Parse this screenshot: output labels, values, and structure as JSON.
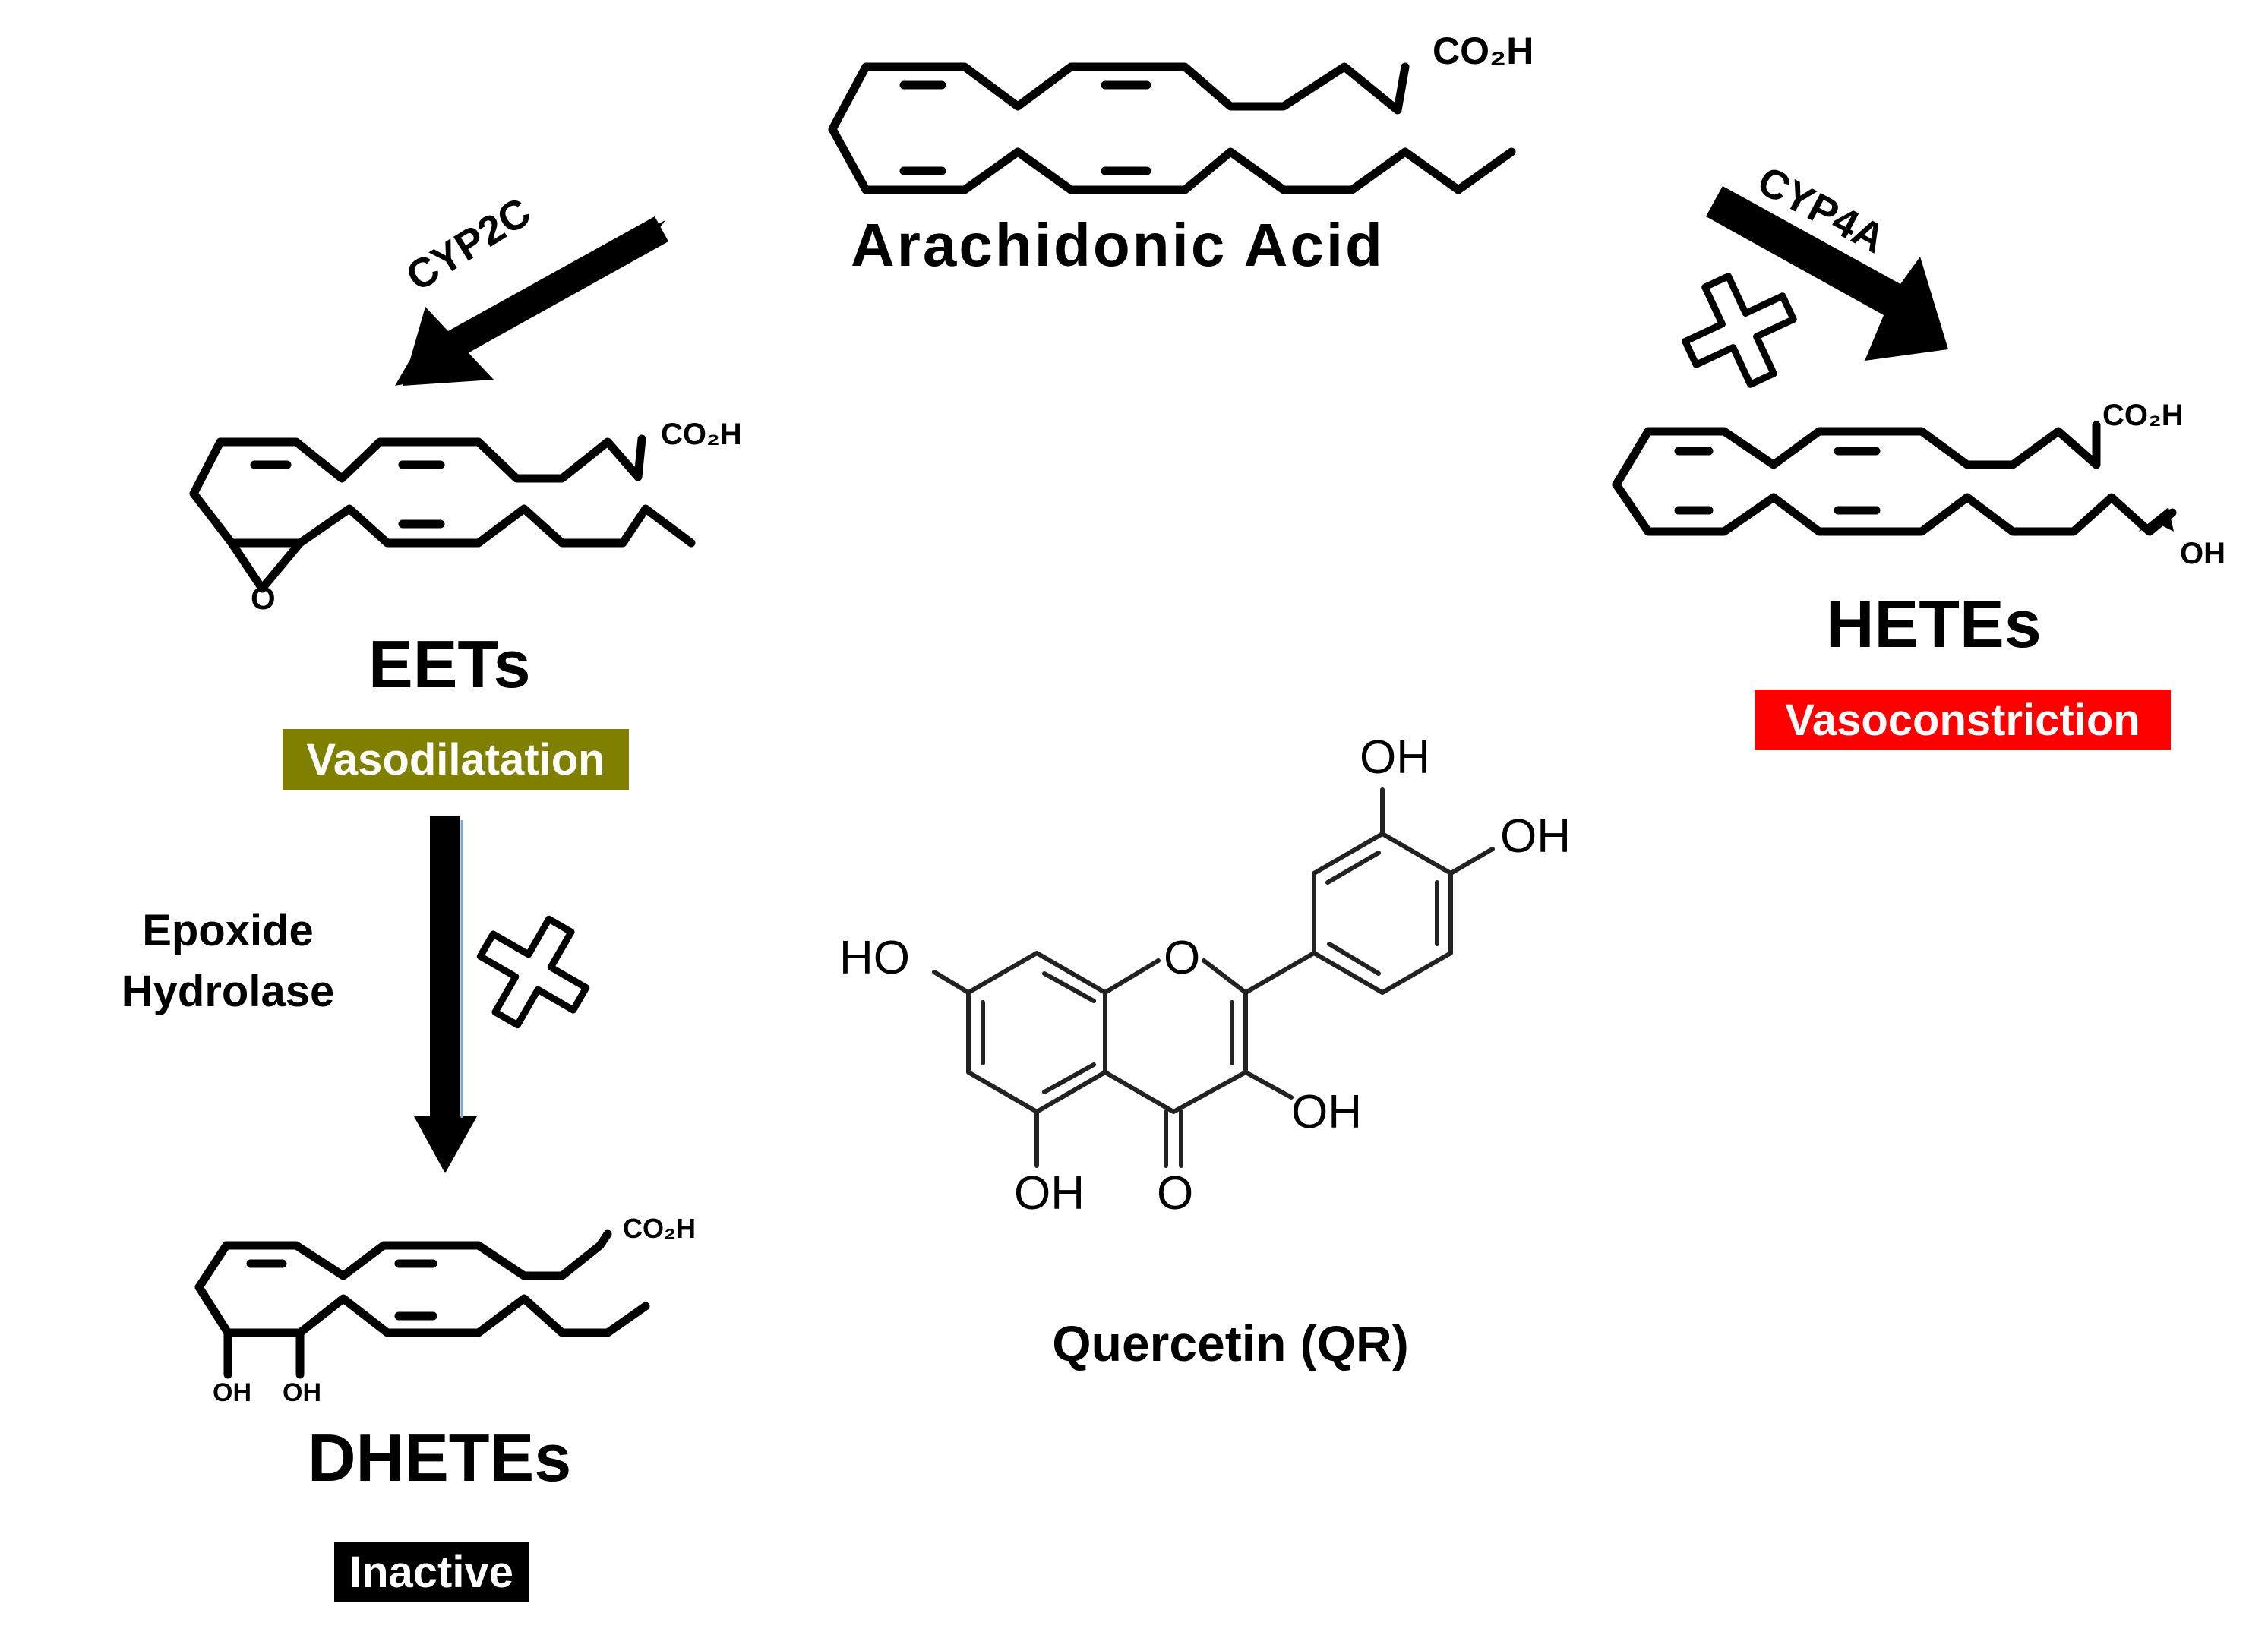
{
  "arachidonic_acid": {
    "name": "Arachidonic Acid",
    "acid_group": "CO₂H"
  },
  "eets": {
    "name": "EETs",
    "acid_group": "CO₂H",
    "epoxide_atom": "O",
    "effect": "Vasodilatation",
    "effect_color": "#808000"
  },
  "hetes": {
    "name": "HETEs",
    "acid_group": "CO₂H",
    "hydroxyl": "OH",
    "effect": "Vasoconstriction",
    "effect_color": "#ff0000"
  },
  "dhetes": {
    "name": "DHETEs",
    "acid_group": "CO₂H",
    "hydroxyl_1": "OH",
    "hydroxyl_2": "OH",
    "effect": "Inactive",
    "effect_color": "#000000"
  },
  "enzymes": {
    "cyp2c": "CYP2C",
    "cyp4a": "CYP4A",
    "epoxide_hydrolase_line1": "Epoxide",
    "epoxide_hydrolase_line2": "Hydrolase"
  },
  "quercetin": {
    "name": "Quercetin (QR)",
    "oh_top": "OH",
    "oh_right": "OH",
    "oh_left": "HO",
    "oh_c3": "OH",
    "oh_c5": "OH",
    "ring_oxygen": "O",
    "carbonyl_oxygen": "O"
  },
  "inhibition_marks": [
    "cross-icon",
    "cross-icon"
  ]
}
